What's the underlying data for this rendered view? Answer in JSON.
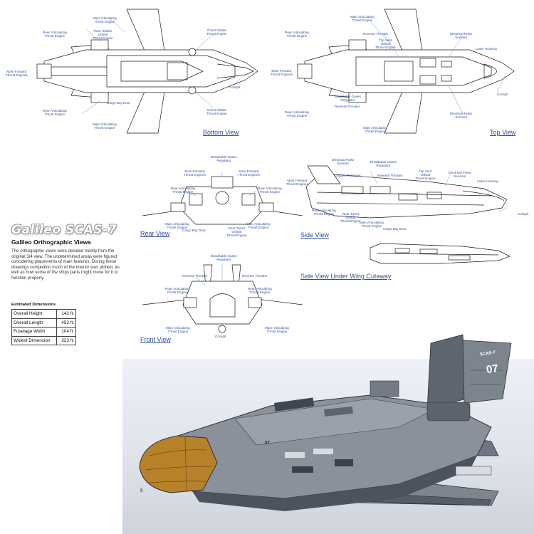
{
  "title": "Galileo SCAS-7",
  "section_heading": "Galileo Orthographic Views",
  "description": "The orthographic views were decided mostly from the original 3/4 view. The undetermined areas were figured concidering placements of main features. During these drawings completion much of the interior was plotted, as well as how some of the ships parts might move for it to function properly.",
  "dimensions": {
    "heading": "Estimated Dimensions",
    "rows": [
      {
        "label": "Overall Height",
        "value": "142 ft."
      },
      {
        "label": "Overall Length",
        "value": "452 ft."
      },
      {
        "label": "Fuselage Width",
        "value": "104 ft."
      },
      {
        "label": "Widest Dimension",
        "value": "323 ft."
      }
    ]
  },
  "views": {
    "bottom": {
      "title": "Bottom View",
      "labels": [
        "Main Articulating\nThrust Engine",
        "Rear Heliark\nOrbital\nThrust Engine",
        "Rear Articulating\nThrust Engine",
        "Chest Orbital\nThrust Engine",
        "Main Forward\nThrust Engines",
        "Cockpit",
        "Cargo Bay Door",
        "Rear Articulating\nThrust Engine",
        "Chest Orbital\nThrust Engine",
        "Main Articulating\nThrust Engine"
      ]
    },
    "top": {
      "title": "Top View",
      "labels": [
        "Main Articulating\nThrust Engine",
        "Reverse Thruster",
        "Top Vent\nOrbital\nThrust Engine",
        "Rear Articulating\nThrust Engine",
        "Electrical Pulse\nSensors",
        "Laser Housing",
        "Main Forward\nThrust Engines",
        "Cockpit",
        "Breathable Gases\nRegulator",
        "Reverse Thruster",
        "Rear Articulating\nThrust Engine",
        "Electrical Pulse\nSensors",
        "Main Articulating\nThrust Engine"
      ]
    },
    "rear": {
      "title": "Rear View",
      "labels": [
        "Breathable Gases\nRegulator",
        "Main Forward\nThrust Engines",
        "Main Forward\nThrust Engines",
        "Rear Articulating\nThrust Engine",
        "Rear Articulating\nThrust Engine",
        "Main Articulating\nThrust Engine",
        "Rear Turret\nOrbital\nThrust Engine",
        "Main Articulating\nThrust Engine",
        "Cargo Bay Door"
      ]
    },
    "side": {
      "title": "Side View",
      "labels": [
        "Electrical Pulse\nSensors",
        "Breathable Gases\nRegulator",
        "Main Forward\nThrust Engines",
        "Oxygen Reserves",
        "Reverse Thruster",
        "Top Vent\nOrbital\nThrust Engine",
        "Electrical Pulse\nSensors",
        "Laser Housing",
        "Cockpit",
        "Rear Articulating\nThrust Engine",
        "Rear Turret\nOrbital\nThrust Engine",
        "Main Articulating\nThrust Engine",
        "Cargo Bay Door"
      ]
    },
    "side_cutaway": {
      "title": "Side View Under Wing Cutaway"
    },
    "front": {
      "title": "Front View",
      "labels": [
        "Breathable Gases\nRegulator",
        "Reverse Thruster",
        "Reverse Thruster",
        "Rear Articulating\nThrust Engine",
        "Rear Articulating\nThrust Engine",
        "Main Articulating\nThrust Engine",
        "Main Articulating\nThrust Engine",
        "Cockpit"
      ]
    }
  },
  "render": {
    "hull_text_tail": "SCAS-7",
    "hull_number": "07",
    "hull_number_small": "07",
    "colors": {
      "hull": "#8a919a",
      "hull_dark": "#4b535e",
      "cockpit": "#b8822a",
      "background": "#e3e7ee"
    }
  }
}
